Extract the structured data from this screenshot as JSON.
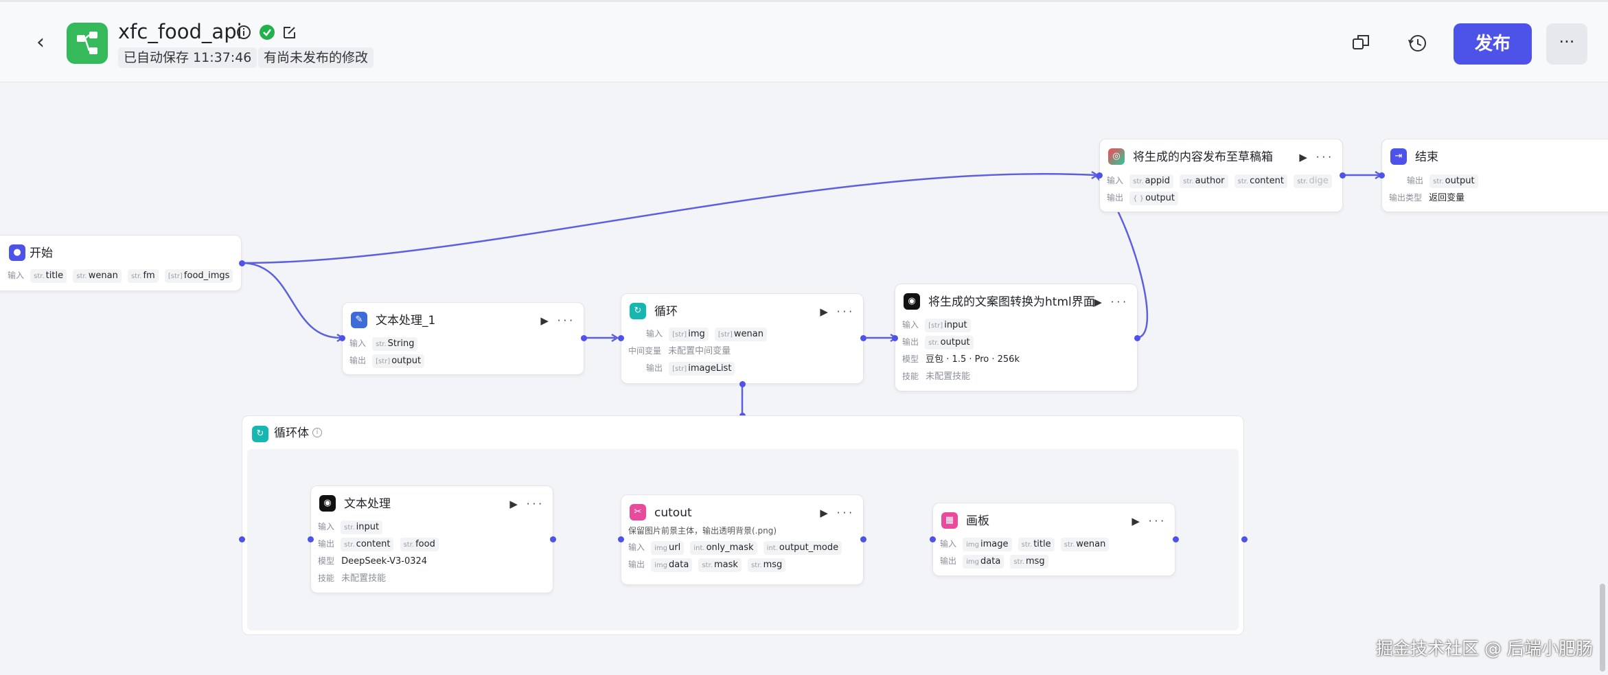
{
  "header": {
    "app_name": "xfc_food_api",
    "autosave": "已自动保存 11:37:46",
    "unpublished": "有尚未发布的修改",
    "publish_label": "发布",
    "more_label": "···"
  },
  "nodes": {
    "start": {
      "title": "开始",
      "in_label": "输入",
      "inputs": [
        {
          "t": "str.",
          "n": "title"
        },
        {
          "t": "str.",
          "n": "wenan"
        },
        {
          "t": "str.",
          "n": "fm"
        },
        {
          "t": "[str]",
          "n": "food_imgs"
        }
      ]
    },
    "text1": {
      "title": "文本处理_1",
      "in_label": "输入",
      "out_label": "输出",
      "input": {
        "t": "str.",
        "n": "String"
      },
      "output": {
        "t": "[str]",
        "n": "output"
      }
    },
    "loop": {
      "title": "循环",
      "in_label": "输入",
      "mid_label": "中间变量",
      "mid_value": "未配置中间变量",
      "out_label": "输出",
      "inputs": [
        {
          "t": "[str]",
          "n": "img"
        },
        {
          "t": "[str]",
          "n": "wenan"
        }
      ],
      "output": {
        "t": "[str]",
        "n": "imageList"
      }
    },
    "html": {
      "title": "将生成的文案图转换为html界面",
      "in_label": "输入",
      "out_label": "输出",
      "model_label": "模型",
      "skill_label": "技能",
      "input": {
        "t": "[str]",
        "n": "input"
      },
      "output": {
        "t": "str.",
        "n": "output"
      },
      "model": "豆包 · 1.5 · Pro · 256k",
      "skill": "未配置技能"
    },
    "publish": {
      "title": "将生成的内容发布至草稿箱",
      "in_label": "输入",
      "out_label": "输出",
      "inputs": [
        {
          "t": "str.",
          "n": "appid"
        },
        {
          "t": "str.",
          "n": "author"
        },
        {
          "t": "str.",
          "n": "content"
        },
        {
          "t": "str.",
          "n": "dige"
        }
      ],
      "output": {
        "t": "{ }",
        "n": "output"
      }
    },
    "end": {
      "title": "结束",
      "out_label": "输出",
      "type_label": "输出类型",
      "output": {
        "t": "str.",
        "n": "output"
      },
      "type_value": "返回变量"
    },
    "loopbody": {
      "title": "循环体"
    },
    "text2": {
      "title": "文本处理",
      "in_label": "输入",
      "out_label": "输出",
      "model_label": "模型",
      "skill_label": "技能",
      "input": {
        "t": "str.",
        "n": "input"
      },
      "outputs": [
        {
          "t": "str.",
          "n": "content"
        },
        {
          "t": "str.",
          "n": "food"
        }
      ],
      "model": "DeepSeek-V3-0324",
      "skill": "未配置技能"
    },
    "cutout": {
      "title": "cutout",
      "desc": "保留图片前景主体，输出透明背景(.png)",
      "in_label": "输入",
      "out_label": "输出",
      "inputs": [
        {
          "t": "img",
          "n": "url"
        },
        {
          "t": "int.",
          "n": "only_mask"
        },
        {
          "t": "int.",
          "n": "output_mode"
        }
      ],
      "outputs": [
        {
          "t": "img",
          "n": "data"
        },
        {
          "t": "str.",
          "n": "mask"
        },
        {
          "t": "str.",
          "n": "msg"
        }
      ]
    },
    "board": {
      "title": "画板",
      "in_label": "输入",
      "out_label": "输出",
      "inputs": [
        {
          "t": "img",
          "n": "image"
        },
        {
          "t": "str.",
          "n": "title"
        },
        {
          "t": "str.",
          "n": "wenan"
        }
      ],
      "outputs": [
        {
          "t": "img",
          "n": "data"
        },
        {
          "t": "str.",
          "n": "msg"
        }
      ]
    }
  },
  "watermark": "掘金技术社区 @ 后端小肥肠",
  "colors": {
    "accent": "#4d53e8",
    "app_logo": "#34b95b",
    "edge": "#5b5fe0"
  }
}
